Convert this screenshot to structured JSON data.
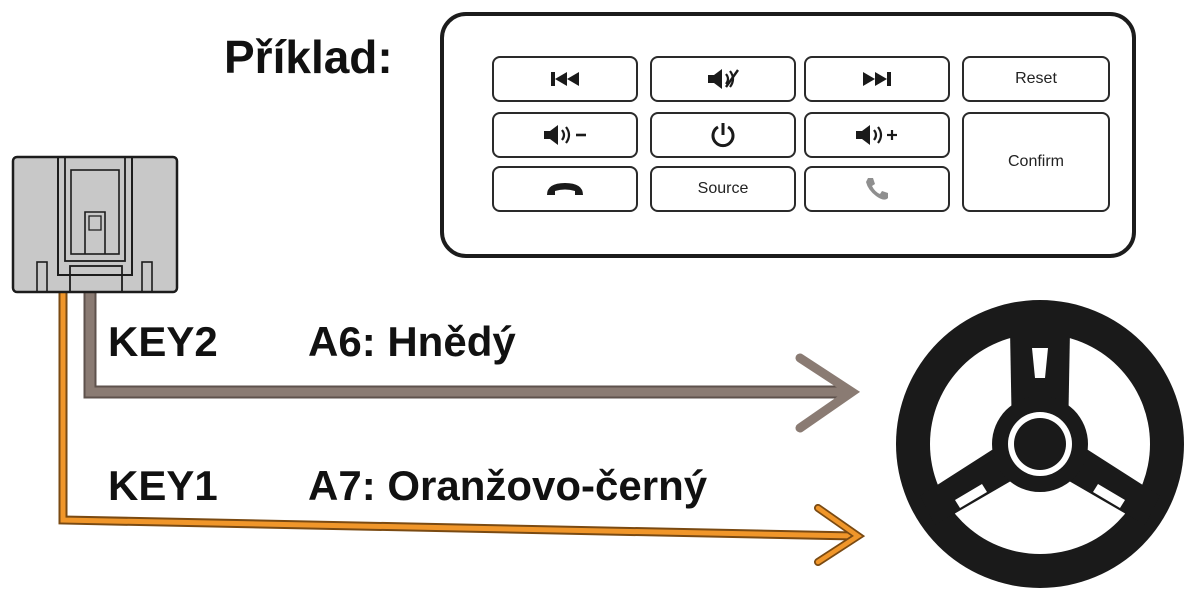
{
  "title": "Příklad:",
  "panel": {
    "buttons": {
      "prev": "prev-track-icon",
      "mute": "mute-icon",
      "next": "next-track-icon",
      "reset": "Reset",
      "vol_down": "volume-down-icon",
      "power": "power-icon",
      "vol_up": "volume-up-icon",
      "confirm": "Confirm",
      "hang_up": "hang-up-icon",
      "source": "Source",
      "answer": "answer-call-icon"
    }
  },
  "wires": [
    {
      "key": "KEY2",
      "pin": "A6: Hnědý",
      "color": "#8a7b73"
    },
    {
      "key": "KEY1",
      "pin": "A7: Oranžovo-černý",
      "color": "#f0962a"
    }
  ],
  "colors": {
    "connector_fill": "#c8c8c8",
    "outline": "#1c1c1c",
    "wheel": "#1a1a1a"
  }
}
